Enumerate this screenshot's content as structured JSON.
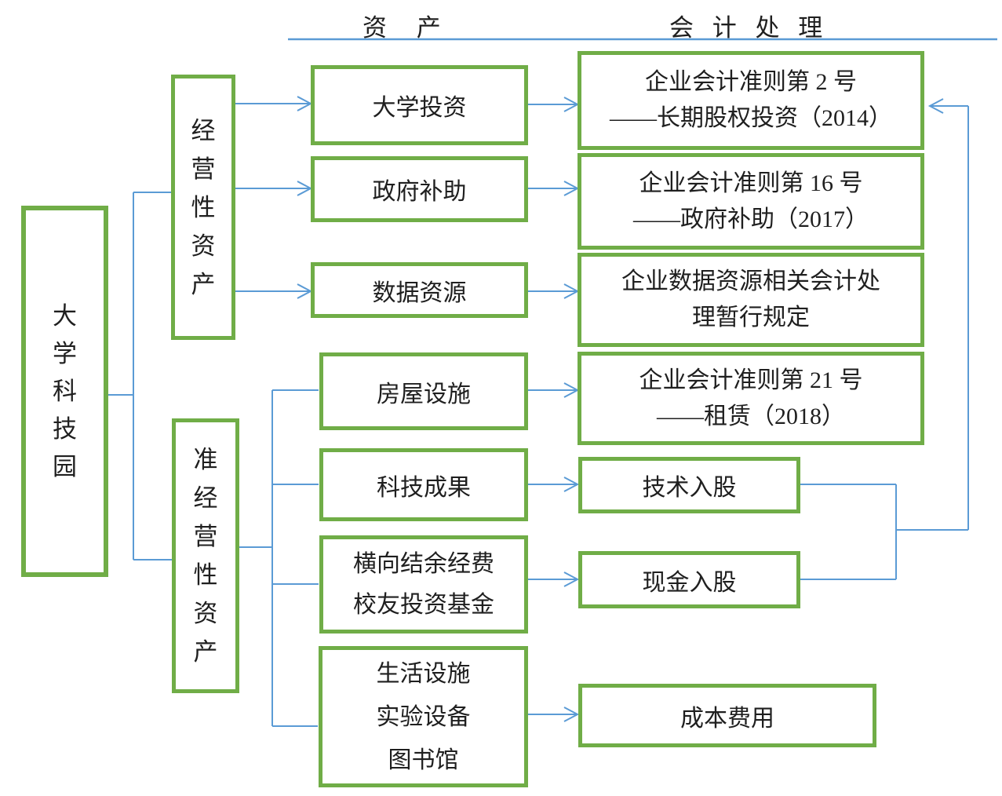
{
  "colors": {
    "box_border_green": "#70AD47",
    "connector_blue": "#5B9BD5",
    "text": "#1f1f1f"
  },
  "header": {
    "assets": "资 产",
    "accounting": "会 计 处 理"
  },
  "root": {
    "label": "大\n学\n科\n技\n园"
  },
  "categories": [
    {
      "label": "经\n营\n性\n资\n产"
    },
    {
      "label": "准\n经\n营\n性\n资\n产"
    }
  ],
  "assets": [
    {
      "label": "大学投资"
    },
    {
      "label": "政府补助"
    },
    {
      "label": "数据资源"
    },
    {
      "label": "房屋设施"
    },
    {
      "label": "科技成果"
    },
    {
      "label": "横向结余经费\n校友投资基金"
    },
    {
      "label": "生活设施\n实验设备\n图书馆"
    }
  ],
  "treatments": [
    {
      "label": "企业会计准则第 2 号\n——长期股权投资（2014）"
    },
    {
      "label": "企业会计准则第 16 号\n——政府补助（2017）"
    },
    {
      "label": "企业数据资源相关会计处\n理暂行规定"
    },
    {
      "label": "企业会计准则第 21 号\n——租赁（2018）"
    },
    {
      "label": "技术入股"
    },
    {
      "label": "现金入股"
    },
    {
      "label": "成本费用"
    }
  ]
}
